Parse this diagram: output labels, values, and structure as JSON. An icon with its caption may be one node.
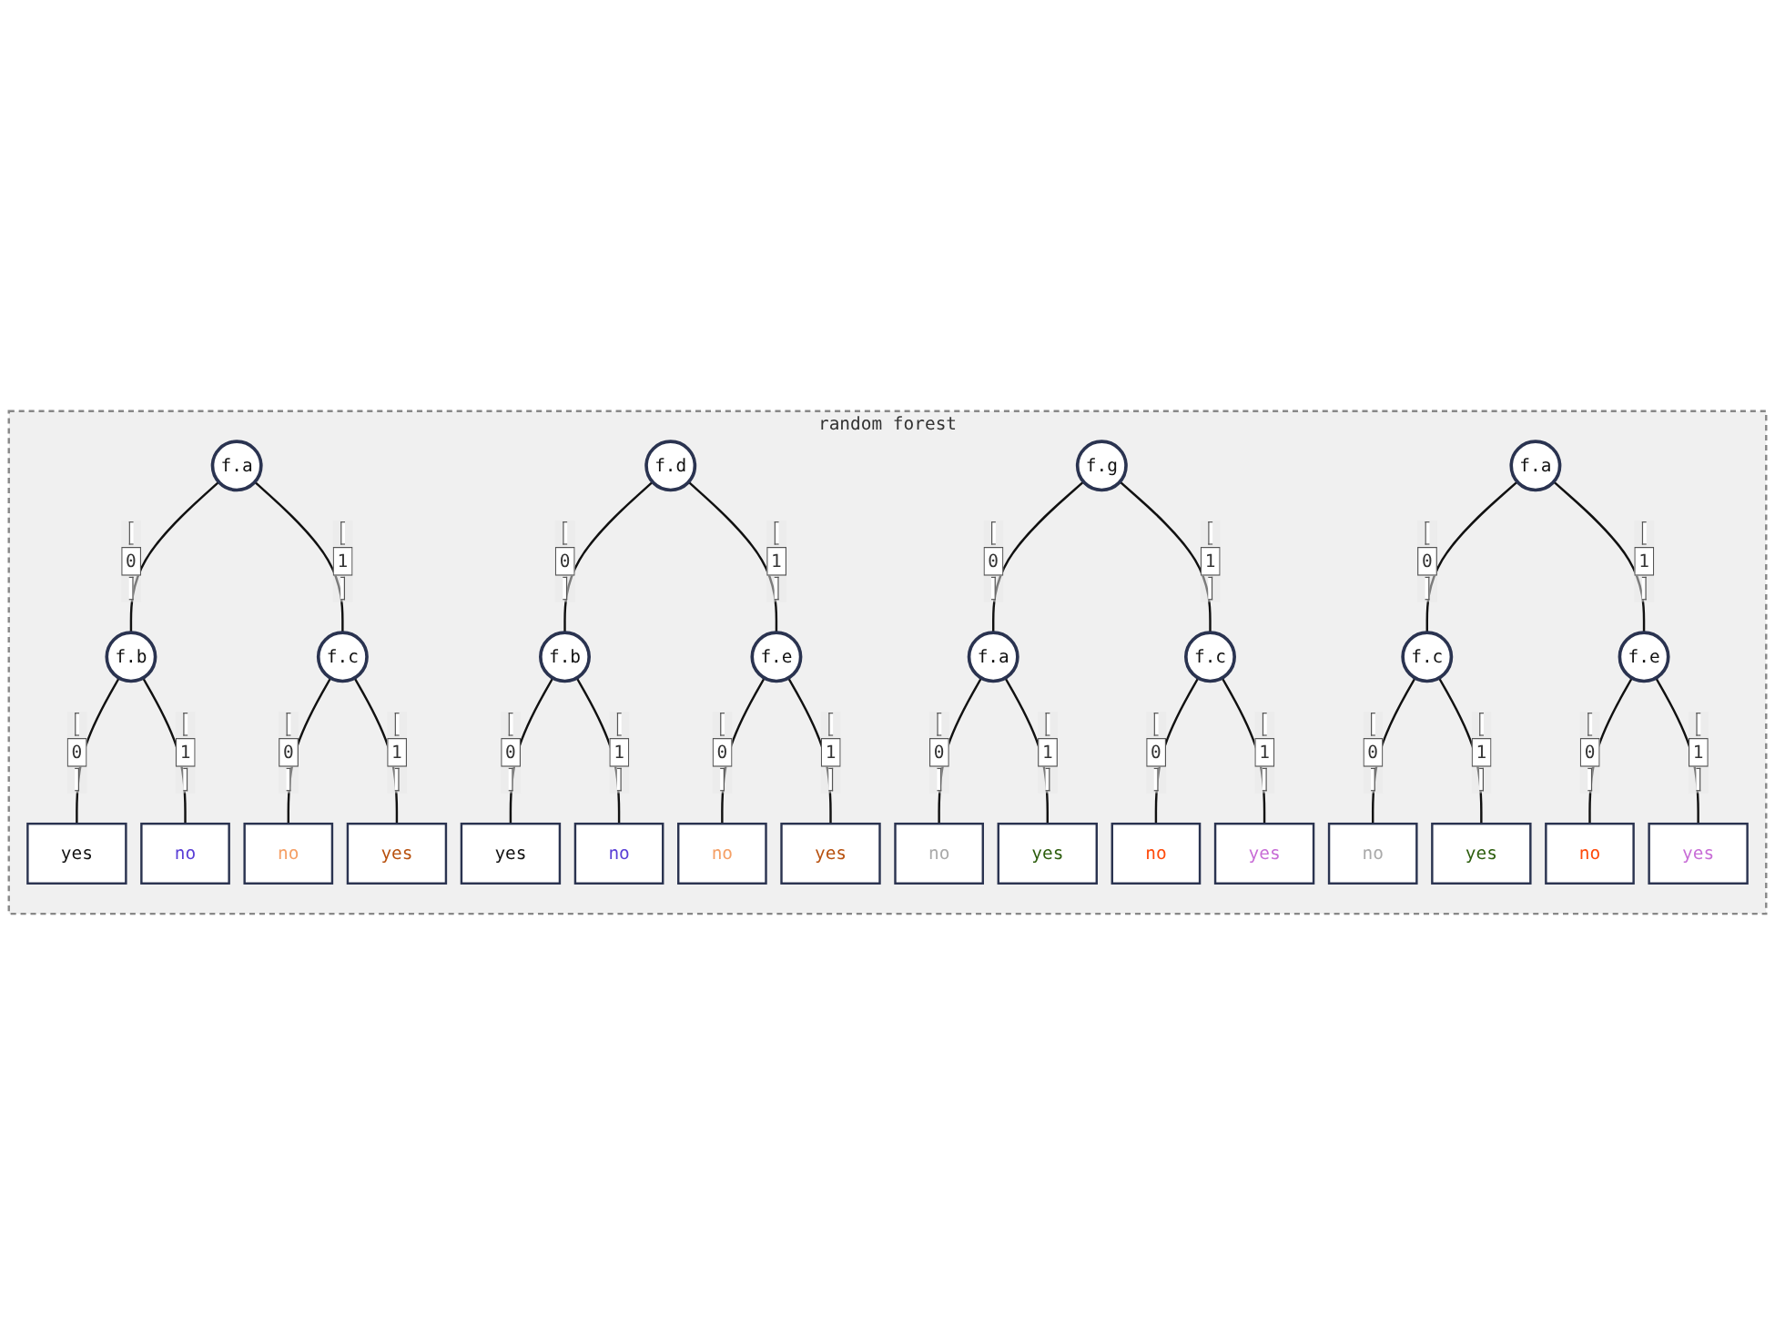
{
  "diagram": {
    "nodes": [
      {
        "text": [
          "random forest"
        ]
      },
      {
        "text": [
          "f.a"
        ],
        "in": 0
      },
      {
        "text": [
          "f.b"
        ],
        "in": 0
      },
      {
        "text": [
          "f.c"
        ],
        "in": 0
      },
      {
        "text": [
          "yes"
        ],
        "in": 0
      },
      {
        "text": [
          "no"
        ],
        "in": 0
      },
      {
        "text": [
          "no"
        ],
        "in": 0
      },
      {
        "text": [
          "yes"
        ],
        "in": 0
      },
      {
        "text": [
          "f.d"
        ],
        "in": 0
      },
      {
        "text": [
          "f.b"
        ],
        "in": 0
      },
      {
        "text": [
          "f.e"
        ],
        "in": 0
      },
      {
        "text": [
          "yes"
        ],
        "in": 0
      },
      {
        "text": [
          "no"
        ],
        "in": 0
      },
      {
        "text": [
          "no"
        ],
        "in": 0
      },
      {
        "text": [
          "yes"
        ],
        "in": 0
      },
      {
        "text": [
          "f.g"
        ],
        "in": 0
      },
      {
        "text": [
          "f.a"
        ],
        "in": 0
      },
      {
        "text": [
          "f.c"
        ],
        "in": 0
      },
      {
        "text": [
          "no"
        ],
        "in": 0
      },
      {
        "text": [
          "yes"
        ],
        "in": 0
      },
      {
        "text": [
          "no"
        ],
        "in": 0
      },
      {
        "text": [
          "yes"
        ],
        "in": 0
      },
      {
        "text": [
          "f.a"
        ],
        "in": 0
      },
      {
        "text": [
          "f.c"
        ],
        "in": 0
      },
      {
        "text": [
          "f.e"
        ],
        "in": 0
      },
      {
        "text": [
          "no"
        ],
        "in": 0
      },
      {
        "text": [
          "yes"
        ],
        "in": 0
      },
      {
        "text": [
          "no"
        ],
        "in": 0
      },
      {
        "text": [
          "yes"
        ],
        "in": 0
      }
    ],
    "edges": [
      {
        "from": 1,
        "to": 2,
        "arrow": "none",
        "label": "0"
      },
      {
        "from": 1,
        "to": 3,
        "arrow": "none",
        "label": "1"
      },
      {
        "from": 2,
        "to": 4,
        "arrow": "none",
        "label": "0"
      },
      {
        "from": 2,
        "to": 5,
        "arrow": "none",
        "label": "1"
      },
      {
        "from": 3,
        "to": 6,
        "arrow": "none",
        "label": "0"
      },
      {
        "from": 3,
        "to": 7,
        "arrow": "none",
        "label": "1"
      },
      {
        "from": 8,
        "to": 9,
        "arrow": "none",
        "label": "0"
      },
      {
        "from": 8,
        "to": 10,
        "arrow": "none",
        "label": "1"
      },
      {
        "from": 9,
        "to": 11,
        "arrow": "none",
        "label": "0"
      },
      {
        "from": 9,
        "to": 12,
        "arrow": "none",
        "label": "1"
      },
      {
        "from": 10,
        "to": 13,
        "arrow": "none",
        "label": "0"
      },
      {
        "from": 10,
        "to": 14,
        "arrow": "none",
        "label": "1"
      },
      {
        "from": 15,
        "to": 16,
        "arrow": "none",
        "label": "0"
      },
      {
        "from": 15,
        "to": 17,
        "arrow": "none",
        "label": "1"
      },
      {
        "from": 16,
        "to": 18,
        "arrow": "none",
        "label": "0"
      },
      {
        "from": 16,
        "to": 19,
        "arrow": "none",
        "label": "1"
      },
      {
        "from": 17,
        "to": 20,
        "arrow": "none",
        "label": "0"
      },
      {
        "from": 17,
        "to": 21,
        "arrow": "none",
        "label": "1"
      },
      {
        "from": 22,
        "to": 23,
        "arrow": "none",
        "label": "0"
      },
      {
        "from": 22,
        "to": 24,
        "arrow": "none",
        "label": "1"
      },
      {
        "from": 23,
        "to": 25,
        "arrow": "none",
        "label": "0"
      },
      {
        "from": 23,
        "to": 26,
        "arrow": "none",
        "label": "1"
      },
      {
        "from": 24,
        "to": 27,
        "arrow": "none",
        "label": "0"
      },
      {
        "from": 24,
        "to": 28,
        "arrow": "none",
        "label": "1"
      }
    ]
  }
}
